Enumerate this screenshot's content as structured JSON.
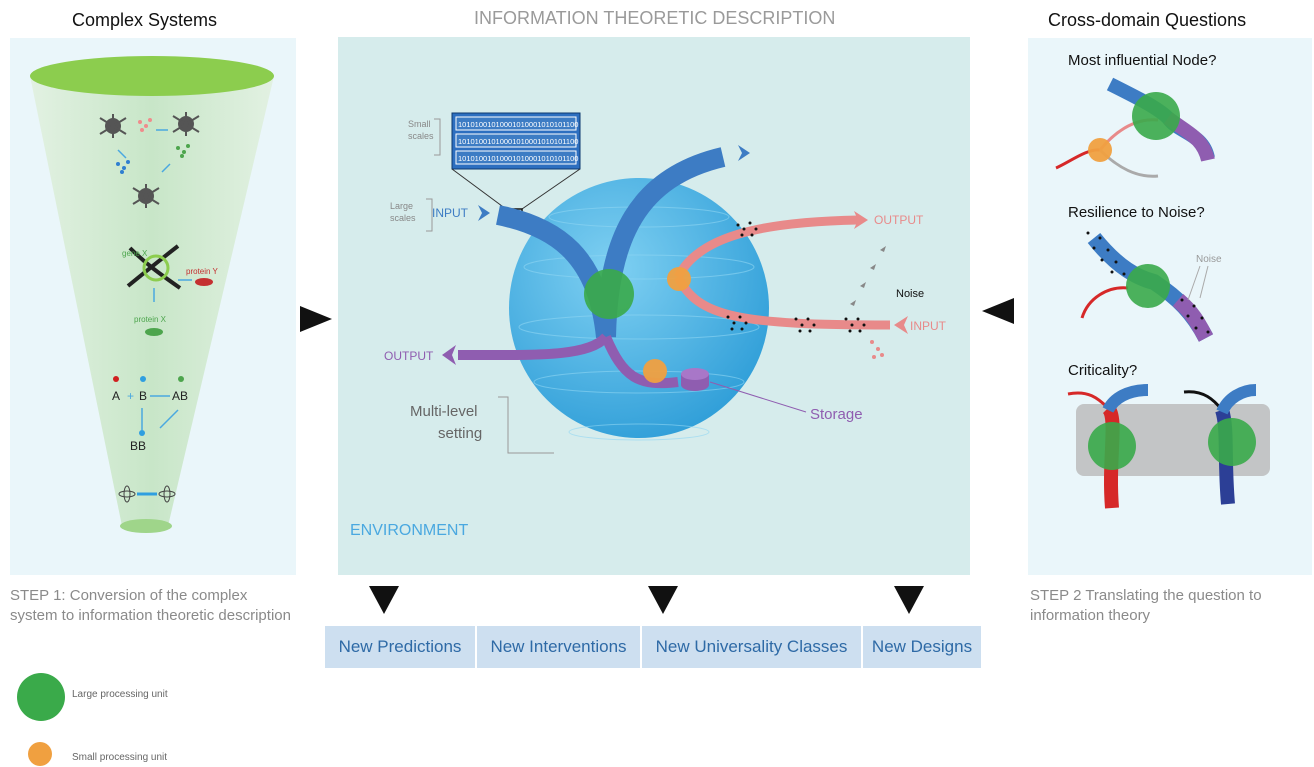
{
  "headers": {
    "left": "Complex Systems",
    "center": "INFORMATION THEORETIC DESCRIPTION",
    "right": "Cross-domain Questions"
  },
  "left_panel": {
    "gene_label": "gene X",
    "protein_y": "protein Y",
    "protein_x": "protein X",
    "reaction_a": "A",
    "reaction_plus": "+",
    "reaction_b": "B",
    "reaction_ab": "AB",
    "reaction_bb": "BB"
  },
  "center_panel": {
    "bits_rows": [
      "10101001010001010001010101100",
      "10101001010001010001010101100",
      "10101001010001010001010101100"
    ],
    "small_scales": "Small scales",
    "large_scales": "Large scales",
    "input_left": "INPUT",
    "output_top": "OUTPUT",
    "noise": "Noise",
    "input_right": "INPUT",
    "output_left": "OUTPUT",
    "storage": "Storage",
    "multi_level": "Multi-level setting",
    "environment": "ENVIRONMENT"
  },
  "right_panel": {
    "q1": "Most influential Node?",
    "q2": "Resilience to Noise?",
    "q2_noise": "Noise",
    "q3": "Criticality?"
  },
  "steps": {
    "step1": "STEP 1: Conversion of the complex system to information theoretic description",
    "step2": "STEP 2 Translating the question to information theory"
  },
  "outcomes": [
    "New Predictions",
    "New Interventions",
    "New Universality Classes",
    "New Designs"
  ],
  "legend": {
    "large": "Large processing unit",
    "small": "Small processing unit"
  },
  "colors": {
    "blue_path": "#3d7cc4",
    "pink_path": "#e88a8a",
    "purple_path": "#8f5db0",
    "large_unit": "#3aaa4a",
    "small_unit": "#f0a040",
    "sphere": "#4db3e6"
  }
}
